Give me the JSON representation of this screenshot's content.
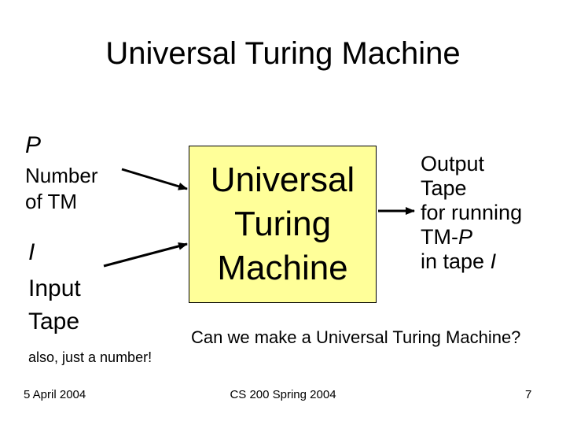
{
  "title": "Universal Turing Machine",
  "inputs": {
    "program": {
      "label": "P",
      "description": "Number of TM"
    },
    "tape": {
      "label": "I",
      "description": "Input Tape"
    },
    "note": "also, just a number!"
  },
  "machine": {
    "label": "Universal Turing Machine"
  },
  "output": {
    "line1": "Output",
    "line2": "Tape",
    "line3": "for running",
    "line4_prefix": "TM-",
    "line4_var": "P",
    "line5_prefix": "in tape ",
    "line5_var": "I"
  },
  "question": "Can we make a Universal Turing Machine?",
  "footer": {
    "date": "5 April 2004",
    "course": "CS 200 Spring 2004",
    "page": "7"
  },
  "colors": {
    "box_fill": "#ffff99",
    "box_border": "#000000",
    "text": "#000000"
  }
}
